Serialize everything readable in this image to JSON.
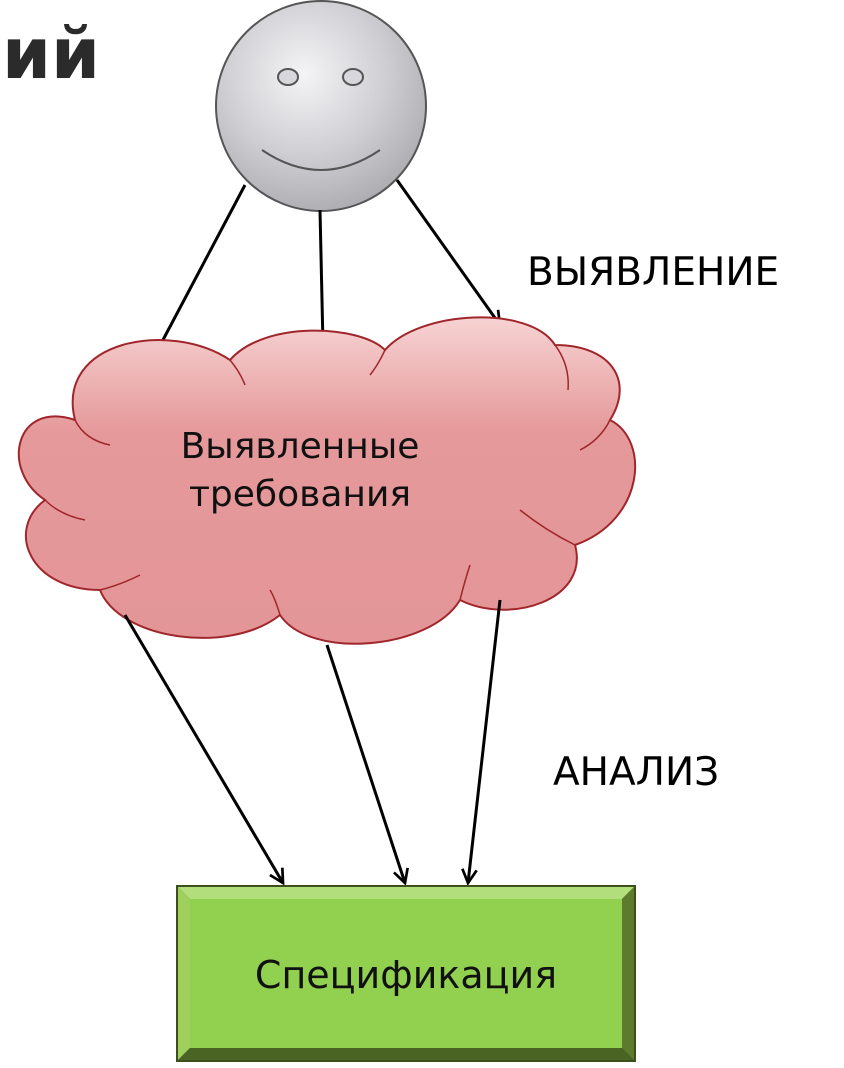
{
  "title_fragment": "ий",
  "labels": {
    "elicitation": "ВЫЯВЛЕНИЕ",
    "analysis": "АНАЛИЗ"
  },
  "cloud": {
    "line1": "Выявленные",
    "line2": "требования"
  },
  "specification": "Спецификация",
  "colors": {
    "face": "#c4c4c8",
    "cloud_fill": "#e39597",
    "cloud_stroke": "#a0262c",
    "box_fill": "#92d050",
    "box_edge": "#4f6228",
    "arrow": "#000000"
  }
}
